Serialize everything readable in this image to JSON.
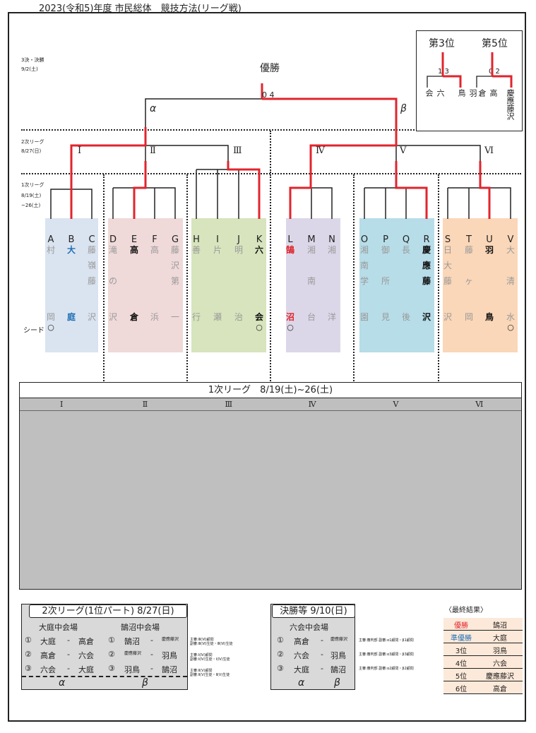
{
  "doc_title": "2023(令和5)年度 市民総体　競技方法(リーグ戦)",
  "champion_label": "優勝",
  "final_score": "0 4",
  "alpha": "α",
  "beta": "β",
  "roman": [
    "Ⅰ",
    "Ⅱ",
    "Ⅲ",
    "Ⅳ",
    "Ⅴ",
    "Ⅵ"
  ],
  "side_labels": {
    "final": "3決・決勝",
    "final_date": "9/2(土)",
    "second": "2次リーグ",
    "second_date": "8/27(日)",
    "first": "1次リーグ",
    "first_date1": "8/19(土)",
    "first_date2": "~26(土)"
  },
  "seed_label": "シード",
  "placement": {
    "third_title": "第3位",
    "fifth_title": "第5位",
    "third_score": "1 3",
    "fifth_score": "0 2",
    "third_left": "六会",
    "third_right": "羽鳥",
    "fifth_left": "高倉",
    "fifth_right": "慶應藤沢"
  },
  "teams": [
    {
      "letter": "A",
      "name": [
        "村",
        "",
        "",
        "",
        "岡"
      ],
      "seed": true
    },
    {
      "letter": "B",
      "name": [
        "大",
        "",
        "",
        "",
        "庭"
      ],
      "style": "blue"
    },
    {
      "letter": "C",
      "name": [
        "藤",
        "嶺",
        "藤",
        "",
        "沢"
      ]
    },
    {
      "letter": "D",
      "name": [
        "滝",
        "",
        "の",
        "",
        "沢"
      ]
    },
    {
      "letter": "E",
      "name": [
        "高",
        "",
        "",
        "",
        "倉"
      ],
      "style": "b"
    },
    {
      "letter": "F",
      "name": [
        "高",
        "",
        "",
        "",
        "浜"
      ]
    },
    {
      "letter": "G",
      "name": [
        "藤",
        "沢",
        "第",
        "",
        "一"
      ]
    },
    {
      "letter": "H",
      "name": [
        "善",
        "",
        "",
        "",
        "行"
      ]
    },
    {
      "letter": "I",
      "name": [
        "片",
        "",
        "",
        "",
        "瀬"
      ]
    },
    {
      "letter": "J",
      "name": [
        "明",
        "",
        "",
        "",
        "治"
      ]
    },
    {
      "letter": "K",
      "name": [
        "六",
        "",
        "",
        "",
        "会"
      ],
      "style": "b",
      "seed": true
    },
    {
      "letter": "L",
      "name": [
        "鵠",
        "",
        "",
        "",
        "沼"
      ],
      "style": "red",
      "seed": true
    },
    {
      "letter": "M",
      "name": [
        "湘",
        "",
        "南",
        "",
        "台"
      ]
    },
    {
      "letter": "N",
      "name": [
        "湘",
        "",
        "",
        "",
        "洋"
      ]
    },
    {
      "letter": "O",
      "name": [
        "湘",
        "南",
        "学",
        "",
        "園"
      ]
    },
    {
      "letter": "P",
      "name": [
        "御",
        "",
        "所",
        "",
        "見"
      ]
    },
    {
      "letter": "Q",
      "name": [
        "長",
        "",
        "",
        "",
        "後"
      ]
    },
    {
      "letter": "R",
      "name": [
        "慶",
        "應",
        "藤",
        "",
        "沢"
      ],
      "style": "b"
    },
    {
      "letter": "S",
      "name": [
        "日",
        "大",
        "藤",
        "",
        "沢"
      ]
    },
    {
      "letter": "T",
      "name": [
        "藤",
        "",
        "ヶ",
        "",
        "岡"
      ]
    },
    {
      "letter": "U",
      "name": [
        "羽",
        "",
        "",
        "",
        "鳥"
      ],
      "style": "b"
    },
    {
      "letter": "V",
      "name": [
        "大",
        "",
        "清",
        "",
        "水"
      ],
      "seed": true
    }
  ],
  "first_league": {
    "title": "1次リーグ　8/19(土)~26(土)",
    "groups": [
      "Ⅰ",
      "Ⅱ",
      "Ⅲ",
      "Ⅳ",
      "Ⅴ",
      "Ⅵ"
    ]
  },
  "second_league": {
    "title": "2次リーグ(1位パート)  8/27(日)",
    "venue_a": "大庭中会場",
    "venue_b": "鵠沼中会場",
    "matches_a": [
      {
        "no": "①",
        "home": "大庭",
        "away": "高倉"
      },
      {
        "no": "②",
        "home": "高倉",
        "away": "六会"
      },
      {
        "no": "③",
        "home": "六会",
        "away": "大庭"
      }
    ],
    "matches_b": [
      {
        "no": "①",
        "home": "鵠沼",
        "away": "慶應藤沢"
      },
      {
        "no": "②",
        "home": "慶應藤沢",
        "away": "羽鳥"
      },
      {
        "no": "③",
        "home": "羽鳥",
        "away": "鵠沼"
      }
    ],
    "notes": [
      [
        "主審:Ⅲ(Ⅵ)顧問",
        "副審:Ⅲ(Ⅵ)生徒・Ⅲ(Ⅵ)生徒"
      ],
      [
        "主審:Ⅰ(Ⅳ)顧問",
        "副審:Ⅰ(Ⅳ)生徒・Ⅰ(Ⅳ)生徒"
      ],
      [
        "主審:Ⅱ(Ⅴ)顧問",
        "副審:Ⅱ(Ⅴ)生徒・Ⅱ(Ⅴ)生徒"
      ]
    ],
    "dash": "-",
    "greek_a": "α",
    "greek_b": "β"
  },
  "finals": {
    "title": "決勝等  9/10(日)",
    "venue": "六会中会場",
    "matches": [
      {
        "no": "①",
        "home": "高倉",
        "away": "慶應藤沢",
        "note": "主審:審判部 副審:α1顧問・β1顧問"
      },
      {
        "no": "②",
        "home": "六会",
        "away": "羽鳥",
        "note": "主審:審判部 副審:α3顧問・β3顧問"
      },
      {
        "no": "③",
        "home": "大庭",
        "away": "鵠沼",
        "note": "主審:審判部 副審:α2顧問・β2顧問"
      }
    ],
    "greek_a": "α",
    "greek_b": "β"
  },
  "final_results": {
    "title": "〈最終結果〉",
    "rows": [
      {
        "rank": "優勝",
        "team": "鵠沼",
        "rank_color": "#e1242c"
      },
      {
        "rank": "準優勝",
        "team": "大庭",
        "rank_color": "#1f6fb5"
      },
      {
        "rank": "3位",
        "team": "羽鳥"
      },
      {
        "rank": "4位",
        "team": "六会"
      },
      {
        "rank": "5位",
        "team": "慶應藤沢"
      },
      {
        "rank": "6位",
        "team": "高倉"
      }
    ]
  },
  "colors": {
    "win_line": "#e1242c",
    "group1": "#dae4f0",
    "group2": "#f0d9d9",
    "group3": "#d7e4bd",
    "group4": "#dcd7e8",
    "group5": "#b7dde8",
    "group6": "#fad7b8",
    "results_bg": "#fde9d9"
  }
}
